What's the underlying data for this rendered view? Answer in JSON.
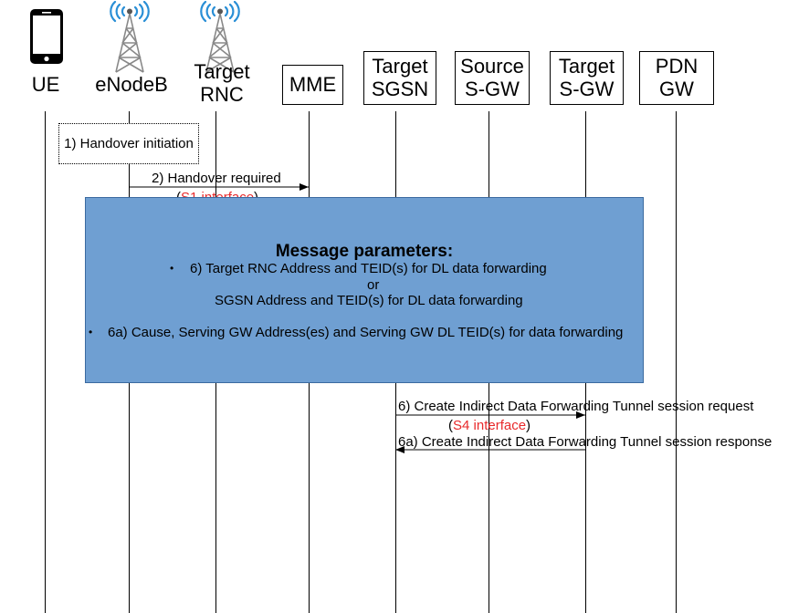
{
  "actors": {
    "ue": "UE",
    "enodeb": "eNodeB",
    "target_rnc": "Target\nRNC",
    "mme": "MME",
    "target_sgsn": "Target\nSGSN",
    "source_sgw": "Source\nS-GW",
    "target_sgw": "Target\nS-GW",
    "pdn_gw": "PDN\nGW"
  },
  "icons": {
    "phone": "smartphone-icon",
    "tower": "cell-tower-icon"
  },
  "note": {
    "handover_initiation": "1) Handover initiation"
  },
  "messages": {
    "m2": {
      "label": "2) Handover required",
      "iface_open": "(",
      "iface": "S1 interface",
      "iface_close": ")"
    },
    "m6": {
      "label": "6) Create Indirect Data Forwarding Tunnel session request",
      "iface_open": "(",
      "iface": "S4 interface",
      "iface_close": ")"
    },
    "m6a": {
      "label": "6a) Create Indirect Data Forwarding Tunnel session response"
    }
  },
  "params": {
    "title": "Message parameters:",
    "line1": "6) Target RNC Address and TEID(s) for DL data forwarding",
    "line_or": "or",
    "line2": "SGSN Address and TEID(s) for DL data forwarding",
    "line3": "6a) Cause, Serving GW Address(es) and Serving GW DL TEID(s) for data forwarding",
    "bullet": "•"
  },
  "colors": {
    "params_fill": "#6f9fd2",
    "interface_text": "#e8292b",
    "signal_waves": "#2a8fd6"
  }
}
